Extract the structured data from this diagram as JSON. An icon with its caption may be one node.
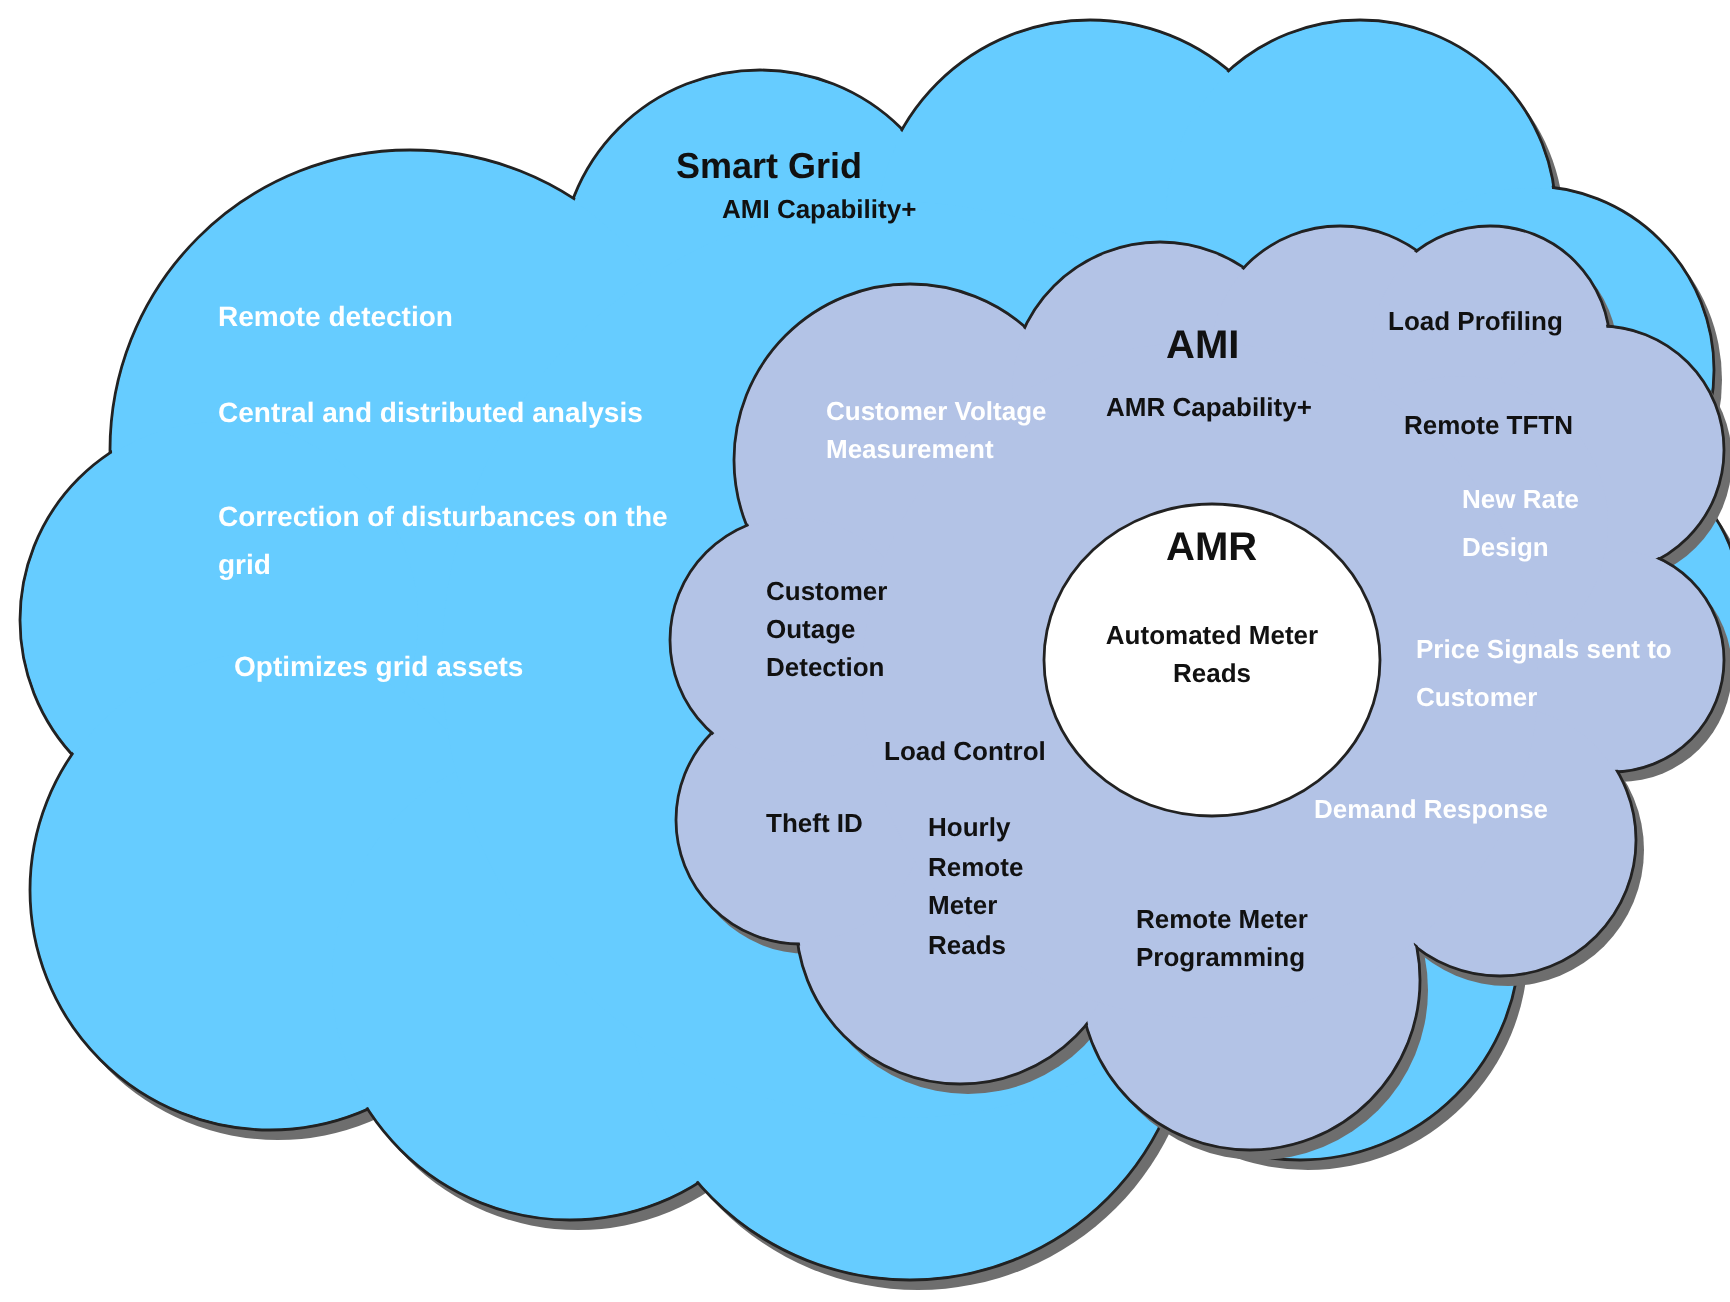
{
  "diagram": {
    "nodes": [
      {
        "text": [
          "Smart Grid",
          "AMI Capability+",
          "Remote detection",
          "Central and distributed analysis",
          "Correction of disturbances on the grid",
          "Optimizes grid assets"
        ]
      },
      {
        "text": [
          "AMI",
          "AMR Capability+",
          "Load Profiling",
          "Remote TFTN",
          "New Rate Design",
          "Price Signals sent to Customer",
          "Demand Response",
          "Remote Meter Programming",
          "Load Control",
          "Theft ID",
          "Hourly Remote Meter Reads",
          "Customer Outage Detection",
          "Customer Voltage Measurement"
        ],
        "in": 0
      },
      {
        "text": [
          "AMR",
          "Automated Meter Reads"
        ],
        "in": 1
      }
    ]
  }
}
